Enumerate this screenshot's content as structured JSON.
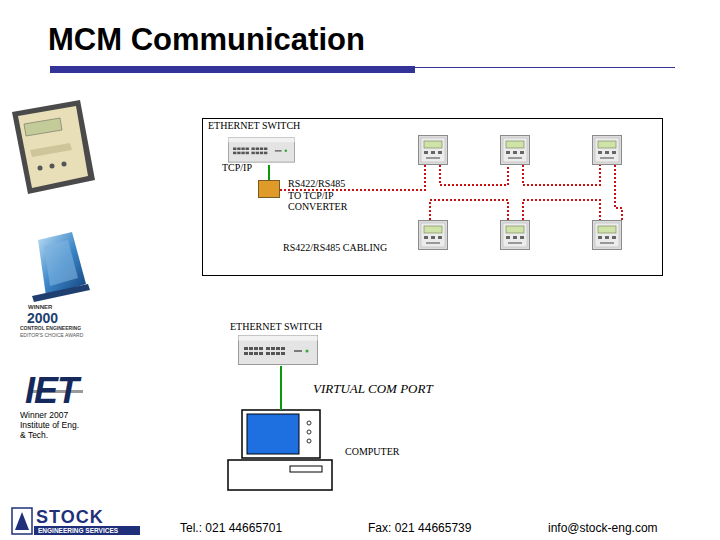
{
  "diagram": {
    "title": "MCM Communication",
    "nodes": [
      {
        "text": [
          "ETHERNET SWITCH"
        ]
      },
      {
        "text": [
          "RS422/RS485 TO TCP/IP CONVERTER"
        ]
      },
      {
        "text": [
          "ETHERNET SWITCH"
        ]
      },
      {
        "text": [
          "COMPUTER"
        ]
      }
    ],
    "edges": [
      {
        "from": 0,
        "to": 1,
        "arrow": "none",
        "label": "TCP/IP"
      },
      {
        "from": 2,
        "to": 3,
        "arrow": "none",
        "label": "VIRTUAL COM PORT"
      }
    ],
    "labels": [
      "WINNER",
      "2000",
      "CONTROL ENGINEERING",
      "EDITOR'S CHOICE AWARD",
      "IET",
      "Winner 2007 Institute of Eng. & Tech.",
      "STOCK",
      "ENGINEERING SERVICES",
      "RS422/RS485 CABLING",
      "Tel.: 021 44665701",
      "Fax: 021 44665739",
      "info@stock-eng.com"
    ]
  }
}
